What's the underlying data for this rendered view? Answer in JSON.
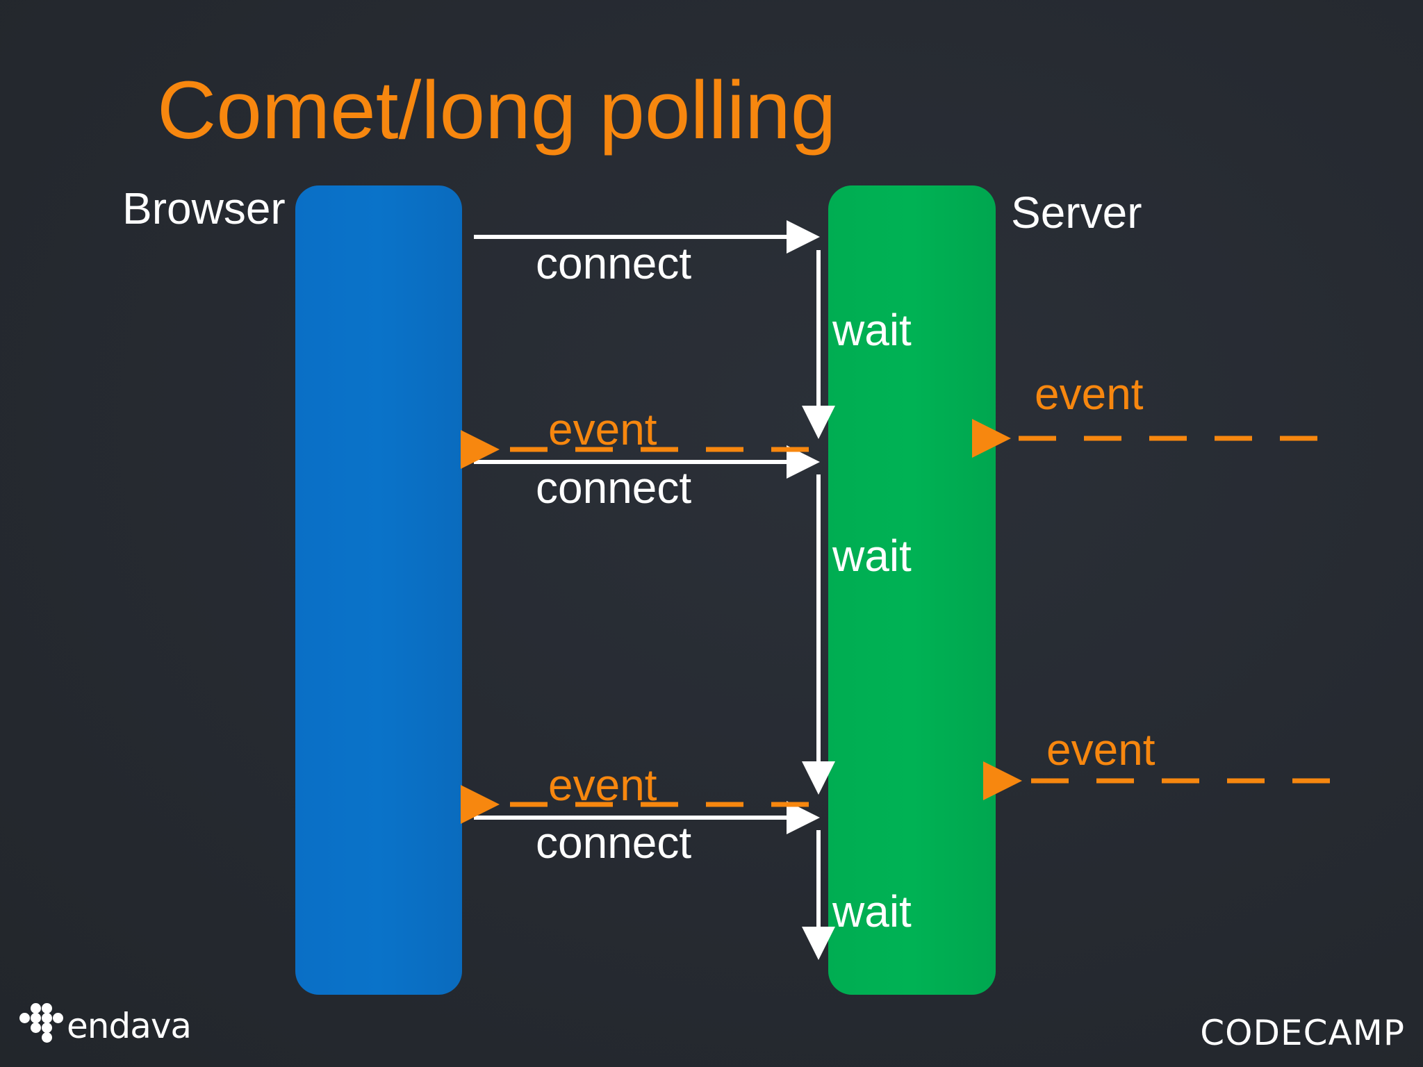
{
  "slide": {
    "title": "Comet/long polling",
    "title_color": "#f7870f"
  },
  "diagram": {
    "participants": {
      "browser": {
        "label": "Browser",
        "color": "#0a70c6"
      },
      "server": {
        "label": "Server",
        "color": "#00b054"
      }
    },
    "steps": [
      {
        "connect_label": "connect",
        "wait_label": "wait",
        "server_event_label": "event",
        "browser_event_label": "event"
      },
      {
        "connect_label": "connect",
        "wait_label": "wait",
        "server_event_label": "event",
        "browser_event_label": "event"
      },
      {
        "connect_label": "connect",
        "wait_label": "wait"
      }
    ],
    "arrow_color": "#ffffff",
    "event_color": "#f7870f"
  },
  "footer": {
    "left_logo": "endava",
    "right_logo": "CODECAMP"
  }
}
